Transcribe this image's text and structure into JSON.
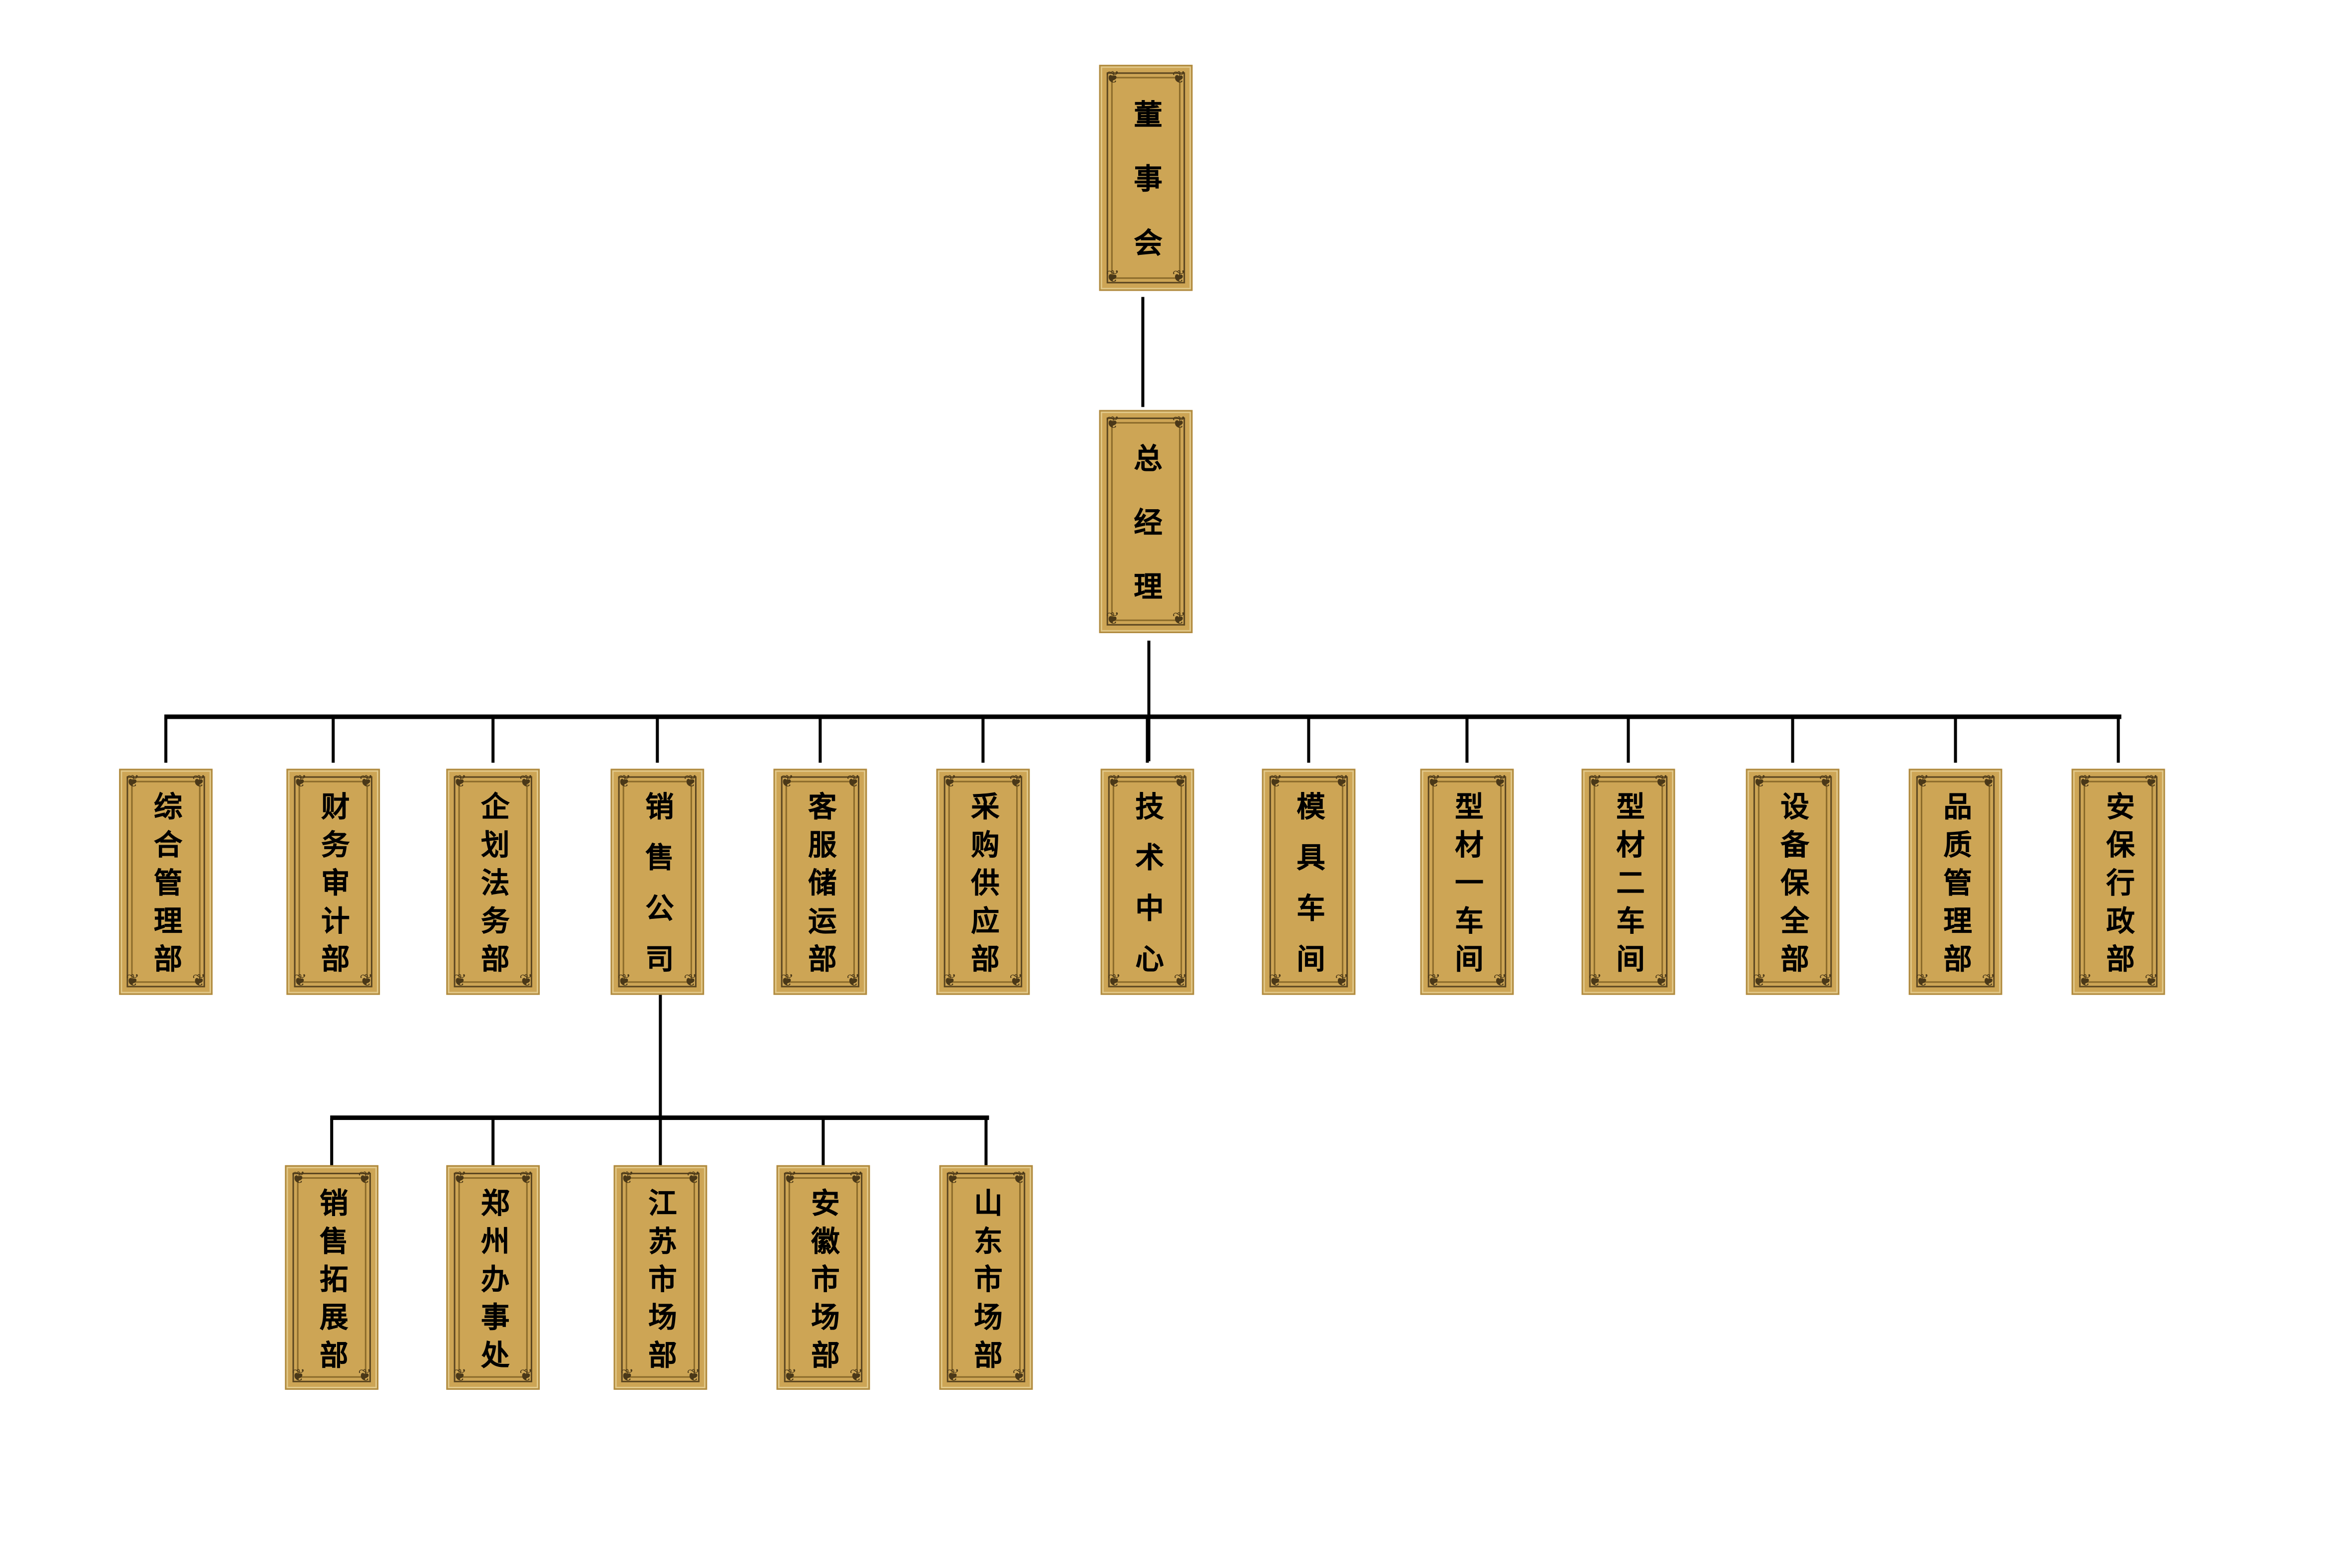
{
  "chart_title": "",
  "root": {
    "label": "董事会"
  },
  "gm": {
    "label": "总经理"
  },
  "departments": [
    {
      "label": "综合管理部"
    },
    {
      "label": "财务审计部"
    },
    {
      "label": "企划法务部"
    },
    {
      "label": "销售公司"
    },
    {
      "label": "客服储运部"
    },
    {
      "label": "采购供应部"
    },
    {
      "label": "技术中心"
    },
    {
      "label": "模具车间"
    },
    {
      "label": "型材一车间"
    },
    {
      "label": "型材二车间"
    },
    {
      "label": "设备保全部"
    },
    {
      "label": "品质管理部"
    },
    {
      "label": "安保行政部"
    }
  ],
  "sales_children": [
    {
      "label": "销售拓展部"
    },
    {
      "label": "郑州办事处"
    },
    {
      "label": "江苏市场部"
    },
    {
      "label": "安徽市场部"
    },
    {
      "label": "山东市场部"
    }
  ],
  "colors": {
    "plaque": "#cda555",
    "line": "#000000"
  }
}
